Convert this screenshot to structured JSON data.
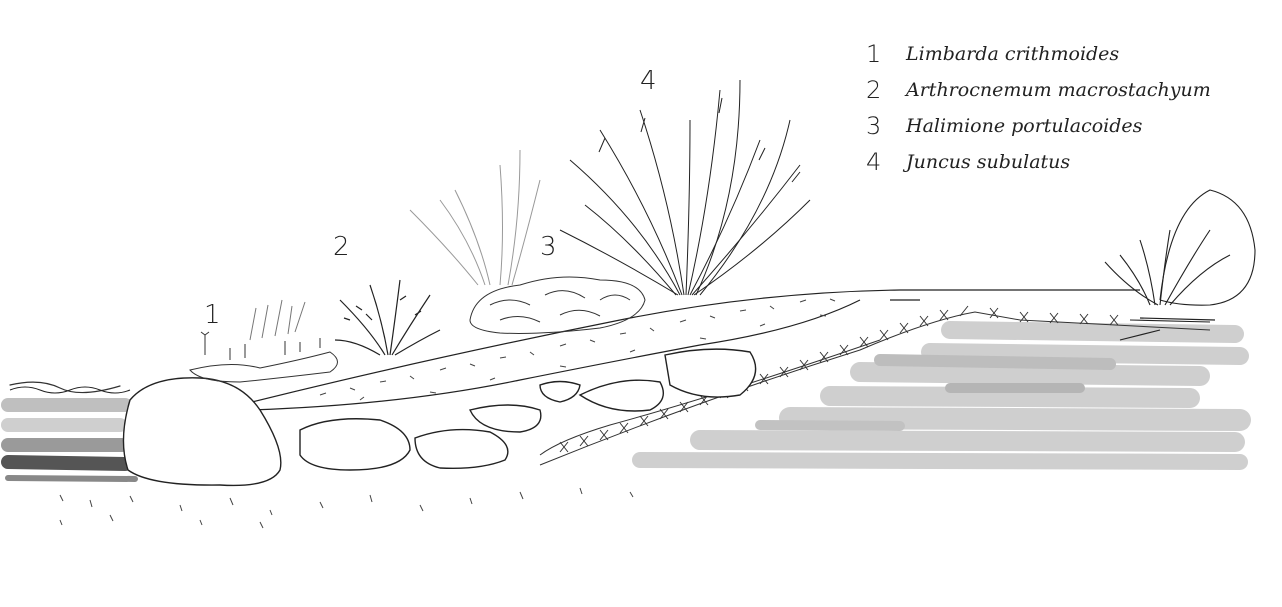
{
  "labels": {
    "plant1": "1",
    "plant2": "2",
    "plant3": "3",
    "plant4": "4"
  },
  "legend": [
    {
      "num": "1",
      "name": "Limbarda crithmoides"
    },
    {
      "num": "2",
      "name": "Arthrocnemum macrostachyum"
    },
    {
      "num": "3",
      "name": "Halimione portulacoides"
    },
    {
      "num": "4",
      "name": "Juncus subulatus"
    }
  ]
}
